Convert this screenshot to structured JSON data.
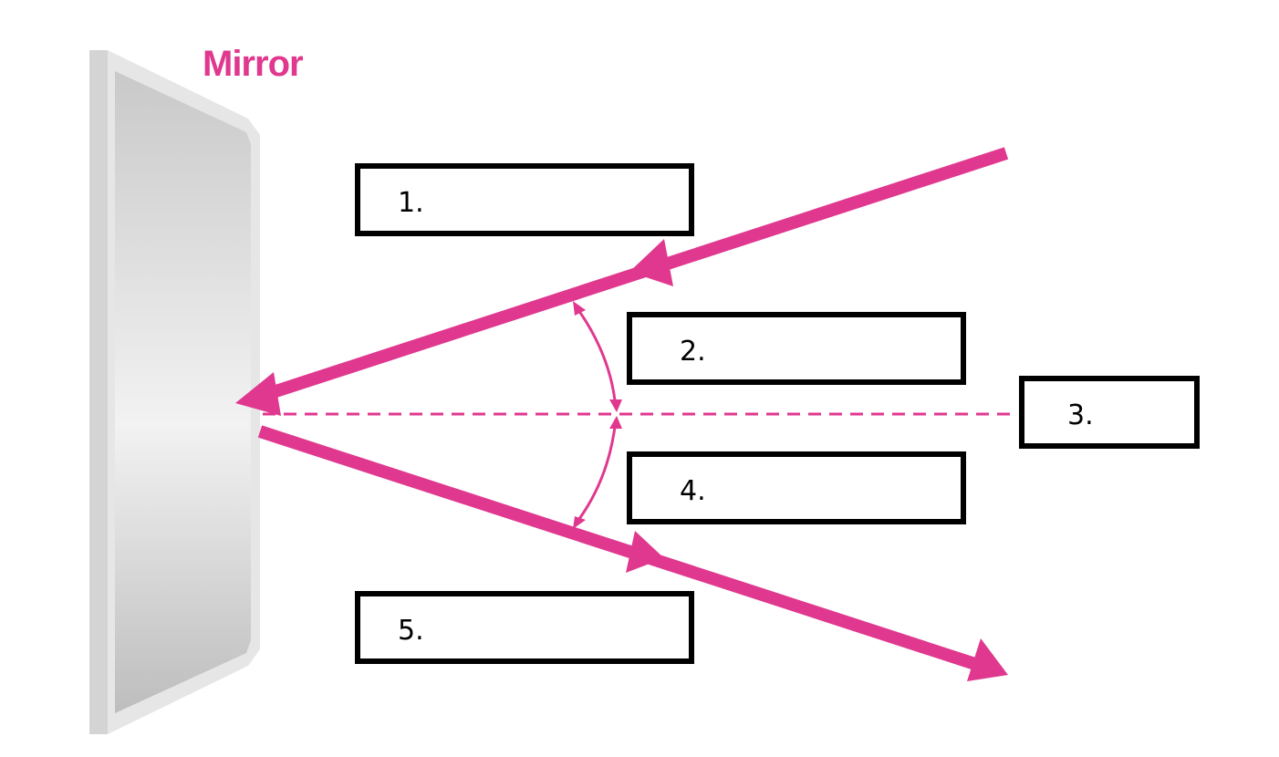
{
  "mirror": {
    "title": "Mirror"
  },
  "labels": [
    {
      "id": "box-1",
      "text": "1."
    },
    {
      "id": "box-2",
      "text": "2."
    },
    {
      "id": "box-3",
      "text": "3."
    },
    {
      "id": "box-4",
      "text": "4."
    },
    {
      "id": "box-5",
      "text": "5."
    }
  ],
  "colors": {
    "ray": "#e0388f",
    "mirror_title": "#e0388f",
    "box_border": "#000000"
  }
}
